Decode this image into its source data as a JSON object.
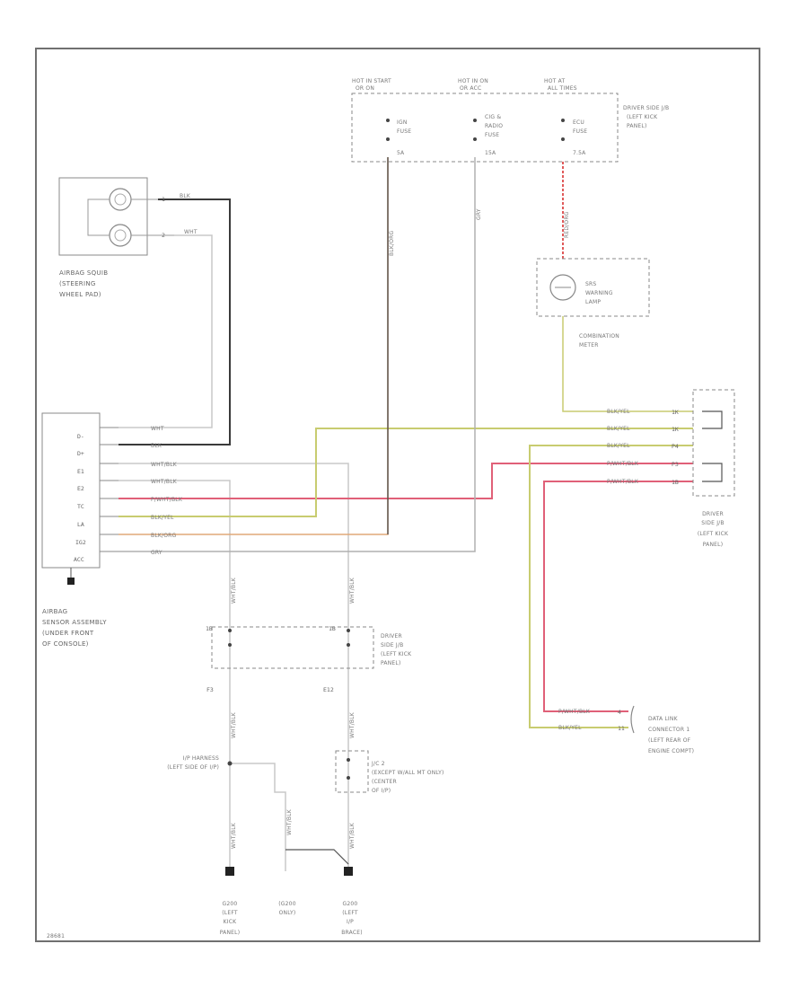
{
  "labels": {
    "hot_start": [
      "HOT IN START",
      "OR ON"
    ],
    "hot_on": [
      "HOT IN ON",
      "OR ACC"
    ],
    "hot_at": [
      "HOT AT",
      "ALL TIMES"
    ],
    "fuse_ign": [
      "IGN",
      "FUSE",
      "5A"
    ],
    "fuse_cig": [
      "CIG &",
      "RADIO",
      "FUSE",
      "15A"
    ],
    "fuse_ecu": [
      "ECU",
      "FUSE",
      "7.5A"
    ],
    "jb_top": [
      "DRIVER SIDE J/B",
      "(LEFT KICK",
      "PANEL)"
    ],
    "airbag_squib": [
      "AIRBAG SQUIB",
      "(STEERING",
      "WHEEL PAD)"
    ],
    "srs_lamp": [
      "SRS",
      "WARNING",
      "LAMP"
    ],
    "combination_meter": [
      "COMBINATION",
      "METER"
    ],
    "sensor_assembly": [
      "AIRBAG",
      "SENSOR ASSEMBLY",
      "(UNDER FRONT",
      "OF CONSOLE)"
    ],
    "jb_right": [
      "DRIVER",
      "SIDE J/B",
      "(LEFT KICK",
      "PANEL)"
    ],
    "jb_middle": [
      "DRIVER",
      "SIDE J/B",
      "(LEFT KICK",
      "PANEL)"
    ],
    "ip_harness": [
      "I/P HARNESS",
      "(LEFT SIDE OF I/P)"
    ],
    "jc2": [
      "J/C 2",
      "(EXCEPT W/ALL MT ONLY)",
      "(CENTER",
      "OF I/P)"
    ],
    "dlc": [
      "DATA LINK",
      "CONNECTOR 1",
      "(LEFT REAR OF",
      "ENGINE COMPT)"
    ],
    "ground_left": [
      "G200",
      "(LEFT",
      "KICK",
      "PANEL)"
    ],
    "ground_mid": [
      "(G200",
      "ONLY)"
    ],
    "ground_right": [
      "G200",
      "(LEFT",
      "I/P",
      "BRACE)"
    ],
    "corner_code": "28681"
  },
  "pins": {
    "sensor": [
      "D-",
      "D+",
      "E1",
      "E2",
      "TC",
      "LA",
      "IG2",
      "ACC"
    ],
    "squib": [
      "1",
      "2"
    ],
    "jb_middle": [
      "1B",
      "1B"
    ],
    "jb_middle_bottom": [
      "F3",
      "E12"
    ],
    "jb_right": [
      "1K",
      "1K",
      "P4",
      "P3",
      "1B"
    ],
    "dlc": [
      "4",
      "11"
    ]
  },
  "wires": {
    "squib_1": "BLK",
    "squib_2": "WHT",
    "sensor_dminus": "WHT",
    "sensor_dplus": "BLK",
    "sensor_e1": "WHT/BLK",
    "sensor_e2": "WHT/BLK",
    "sensor_tc": "P/WHT/BLK",
    "sensor_la": "BLK/YEL",
    "sensor_ig2": "BLK/ORG",
    "sensor_acc": "GRY",
    "ign_feed": "BLK/ORG",
    "cig_feed": "GRY",
    "ecu_feed": "RED/ORG",
    "lamp_out": "BLK/YEL",
    "jb_right_1": "BLK/YEL",
    "jb_right_2": "BLK/YEL",
    "jb_right_3": "BLK/YEL",
    "jb_right_4": "P/WHT/BLK",
    "jb_right_5": "P/WHT/BLK",
    "dlc_top": "P/WHT/BLK",
    "dlc_bottom": "BLK/YEL",
    "e1_down": "WHT/BLK",
    "e2_down": "WHT/BLK"
  },
  "colors": {
    "black": "#3a3a3a",
    "white_wire": "#c8c8c8",
    "pink": "#e06078",
    "yellow": "#c8cc70",
    "orange": "#e0a878",
    "gray": "#b0b0b0",
    "red": "#e05a5a",
    "frame": "#707070"
  }
}
